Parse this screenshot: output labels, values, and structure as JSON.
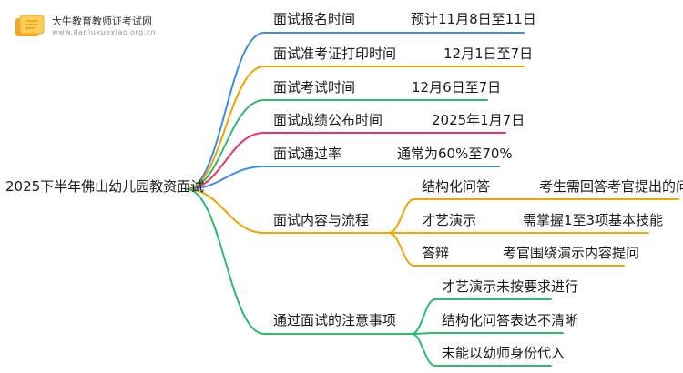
{
  "watermark": {
    "name": "大牛教育教师证考试网",
    "url": "www.daniuxuexiao.org.cn"
  },
  "root": "2025下半年佛山幼儿园教资面试",
  "branches": [
    {
      "label": "面试报名时间",
      "value": "预计11月8日至11日",
      "color": "#3b8ee8"
    },
    {
      "label": "面试准考证打印时间",
      "value": "12月1日至7日",
      "color": "#f0a500"
    },
    {
      "label": "面试考试时间",
      "value": "12月6日至7日",
      "color": "#2dbb6c"
    },
    {
      "label": "面试成绩公布时间",
      "value": "2025年1月7日",
      "color": "#e8356d"
    },
    {
      "label": "面试通过率",
      "value": "通常为60%至70%",
      "color": "#3b8ee8"
    },
    {
      "label": "面试内容与流程",
      "color": "#f0a500",
      "children": [
        {
          "label": "结构化问答",
          "value": "考生需回答考官提出的问题"
        },
        {
          "label": "才艺演示",
          "value": "需掌握1至3项基本技能"
        },
        {
          "label": "答辩",
          "value": "考官围绕演示内容提问"
        }
      ]
    },
    {
      "label": "通过面试的注意事项",
      "color": "#2dbb6c",
      "children": [
        {
          "label": "才艺演示未按要求进行"
        },
        {
          "label": "结构化问答表达不清晰"
        },
        {
          "label": "未能以幼师身份代入"
        }
      ]
    }
  ]
}
